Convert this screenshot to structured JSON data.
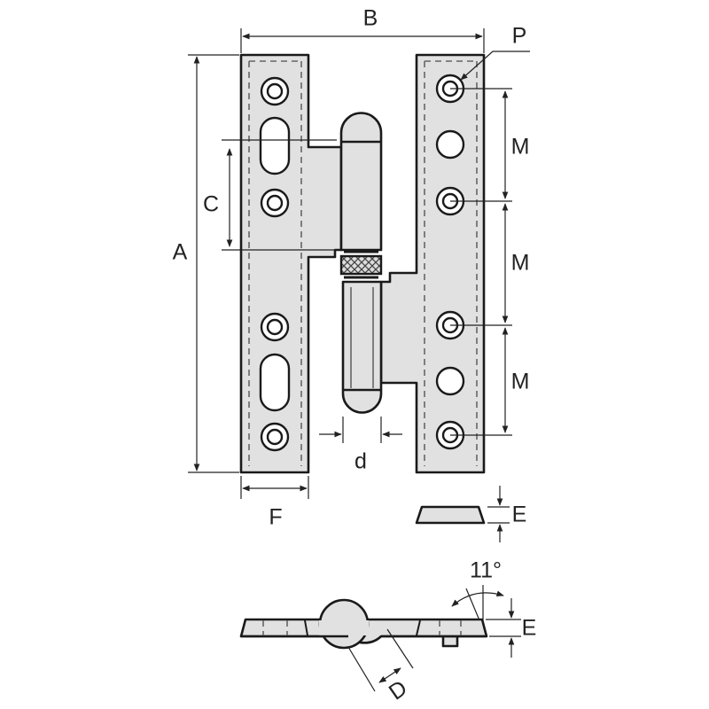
{
  "labels": {
    "A": "A",
    "B": "B",
    "C": "C",
    "d": "d",
    "F": "F",
    "P": "P",
    "M1": "M",
    "M2": "M",
    "M3": "M",
    "E_top": "E",
    "E_side": "E",
    "D": "D",
    "angle": "11°"
  },
  "colors": {
    "fill": "#e1e1e1",
    "line": "#1a1a1a"
  }
}
